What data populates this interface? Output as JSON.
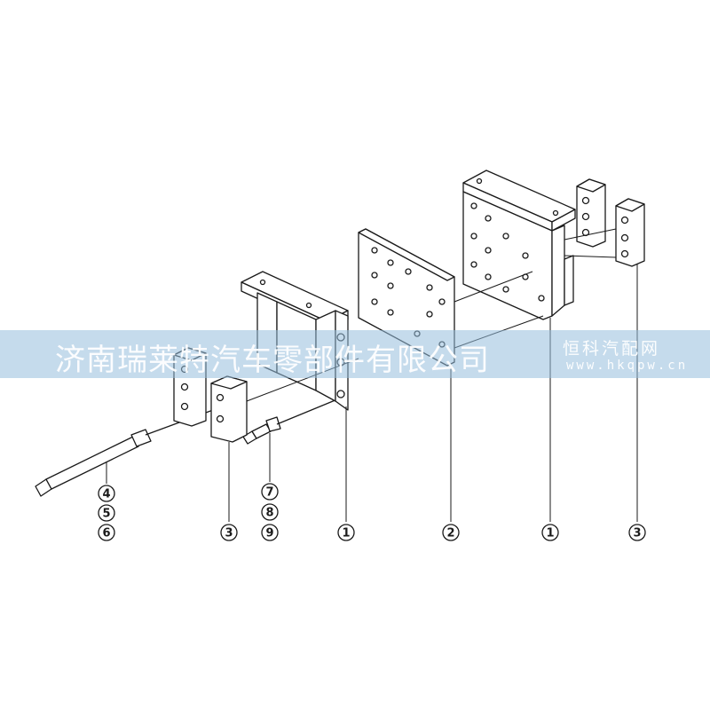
{
  "callouts": [
    {
      "id": "c1",
      "label": "4"
    },
    {
      "id": "c2",
      "label": "5"
    },
    {
      "id": "c3",
      "label": "6"
    },
    {
      "id": "c4",
      "label": "3"
    },
    {
      "id": "c5",
      "label": "7"
    },
    {
      "id": "c6",
      "label": "8"
    },
    {
      "id": "c7",
      "label": "9"
    },
    {
      "id": "c8",
      "label": "1"
    },
    {
      "id": "c9",
      "label": "2"
    },
    {
      "id": "c10",
      "label": "1"
    },
    {
      "id": "c11",
      "label": "3"
    }
  ],
  "watermark": {
    "company": "济南瑞莱特汽车零部件有限公司",
    "brand": "恒科汽配网",
    "url": "www.hkqpw.cn"
  },
  "colors": {
    "line": "#1a1a1a",
    "fill": "#ffffff",
    "banner": "#96bedc"
  }
}
